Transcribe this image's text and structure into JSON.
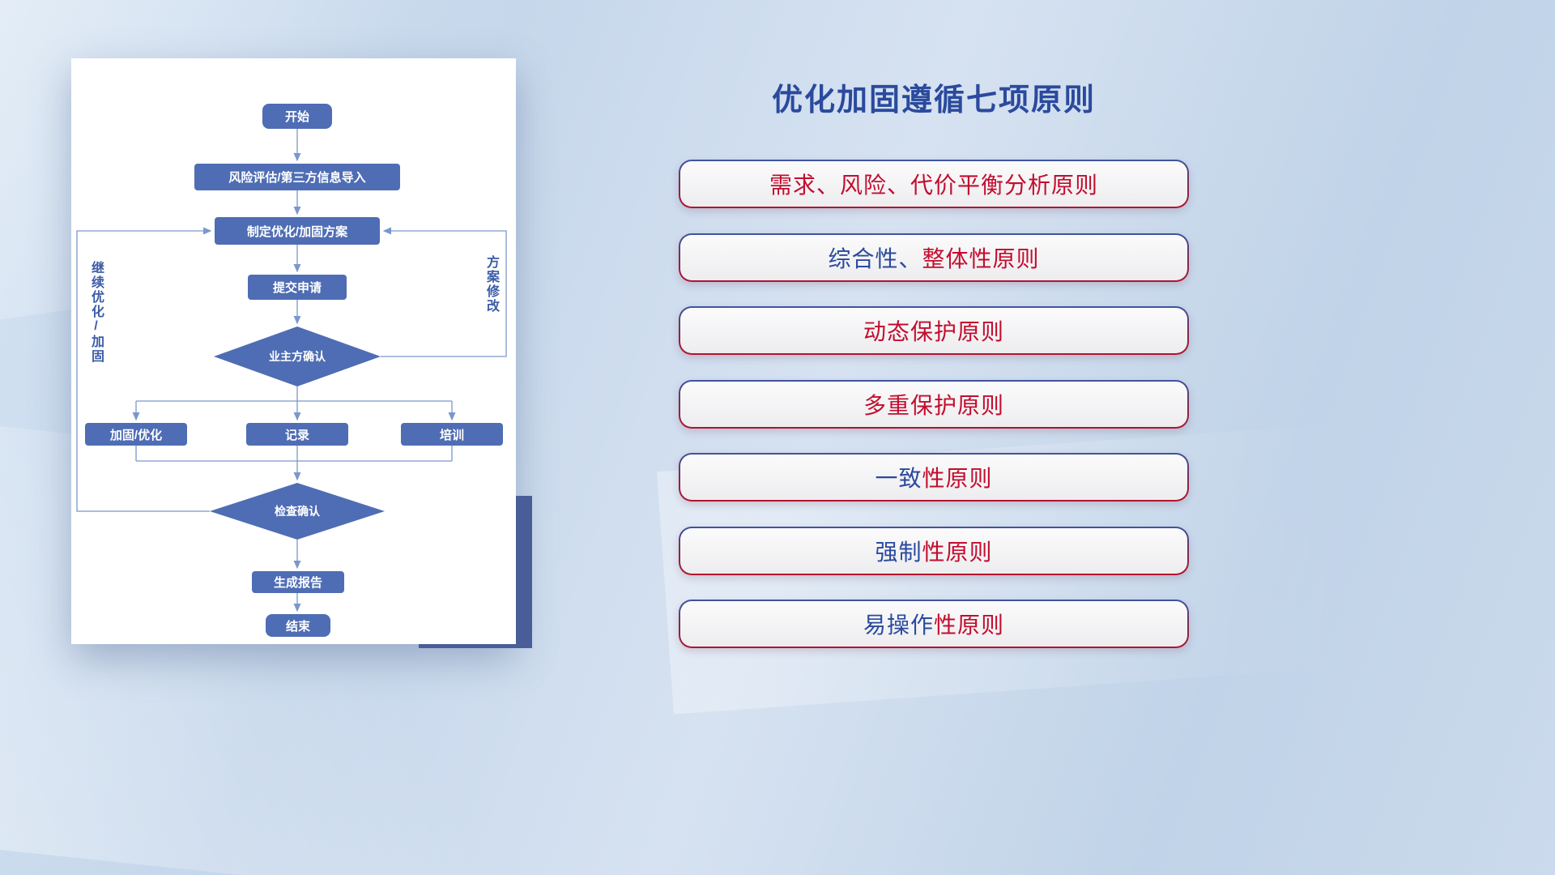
{
  "colors": {
    "title": "#2b4a9e",
    "node_fill": "#4f6db4",
    "node_text": "#ffffff",
    "connector": "#7b97cd",
    "principle_red": "#c30d2e",
    "principle_blue": "#2b4a9e",
    "accent_rect": "#4a5f9b"
  },
  "flowchart": {
    "nodes": {
      "start": "开始",
      "risk_import": "风险评估/第三方信息导入",
      "make_plan": "制定优化/加固方案",
      "submit": "提交申请",
      "owner_confirm": "业主方确认",
      "reinforce": "加固/优化",
      "record": "记录",
      "training": "培训",
      "check_confirm": "检查确认",
      "report": "生成报告",
      "end": "结束"
    },
    "loop_labels": {
      "left": "继续优化/加固",
      "right": "方案修改"
    }
  },
  "principles": {
    "title": "优化加固遵循七项原则",
    "items": [
      {
        "blue": "",
        "red": "需求、风险、代价平衡分析原则"
      },
      {
        "blue": "综合性、",
        "red": "整体性原则"
      },
      {
        "blue": "",
        "red": "动态保护原则"
      },
      {
        "blue": "",
        "red": "多重保护原则"
      },
      {
        "blue": "一致",
        "red": "性原则"
      },
      {
        "blue": "强制",
        "red": "性原则"
      },
      {
        "blue": "易操作",
        "red": "性原则"
      }
    ]
  }
}
